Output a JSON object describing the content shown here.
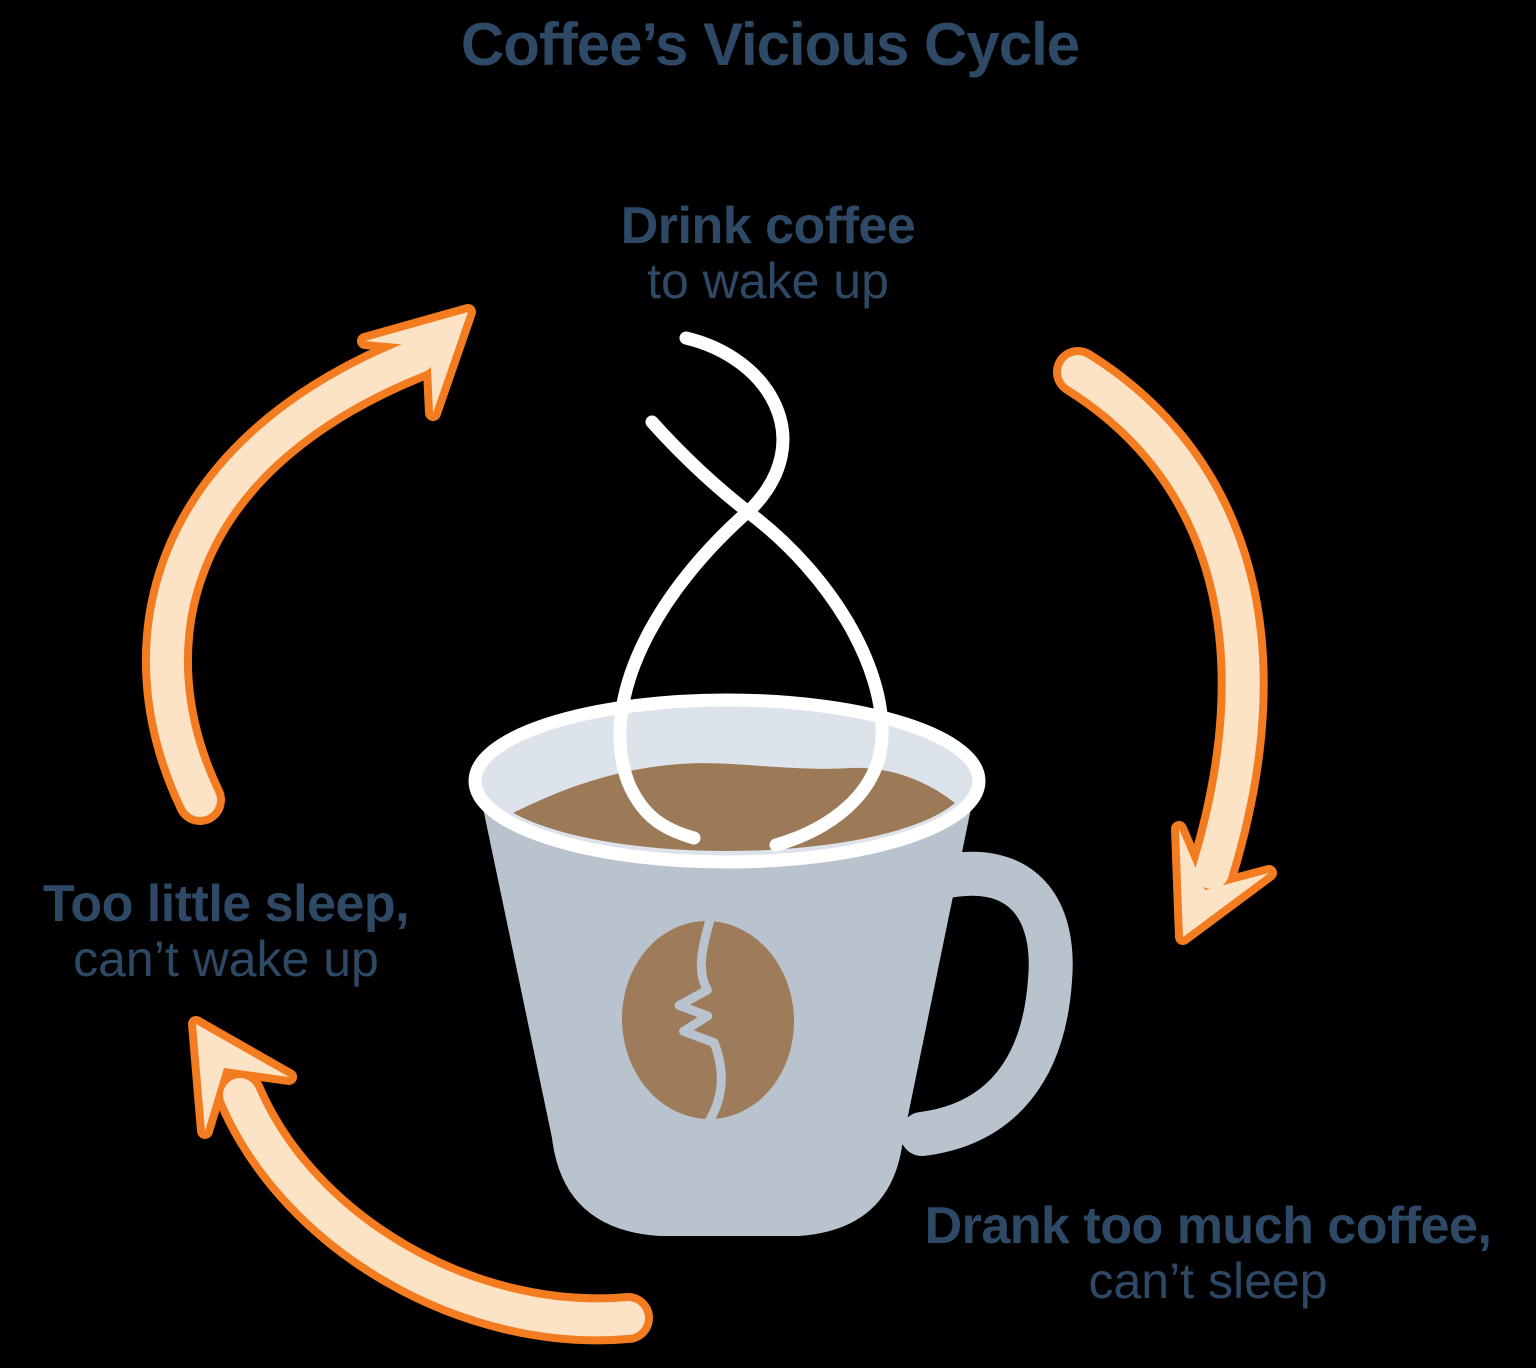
{
  "title": "Coffee’s Vicious Cycle",
  "cycle": {
    "steps": [
      {
        "id": "drink-coffee",
        "position": "top",
        "bold": "Drink coffee",
        "normal": "to wake up"
      },
      {
        "id": "drank-too-much",
        "position": "bottom-right",
        "bold": "Drank too much coffee,",
        "normal": "can’t sleep"
      },
      {
        "id": "too-little-sleep",
        "position": "left",
        "bold": "Too little sleep,",
        "normal": "can’t wake up"
      }
    ]
  },
  "icons": [
    "cycle-arrow-up-icon",
    "cycle-arrow-down-icon",
    "cycle-arrow-back-icon",
    "coffee-mug-icon",
    "coffee-bean-icon",
    "steam-icon"
  ],
  "colors": {
    "background": "#000000",
    "text_navy": "#2e4965",
    "arrow_fill": "#fde3c5",
    "arrow_outline": "#f47c20",
    "mug_body": "#b9c3cd",
    "mug_rim_inner": "#dde3ea",
    "rim_stroke": "#ffffff",
    "coffee": "#9c7a58",
    "bean": "#9d7b5b",
    "steam": "#ffffff"
  }
}
